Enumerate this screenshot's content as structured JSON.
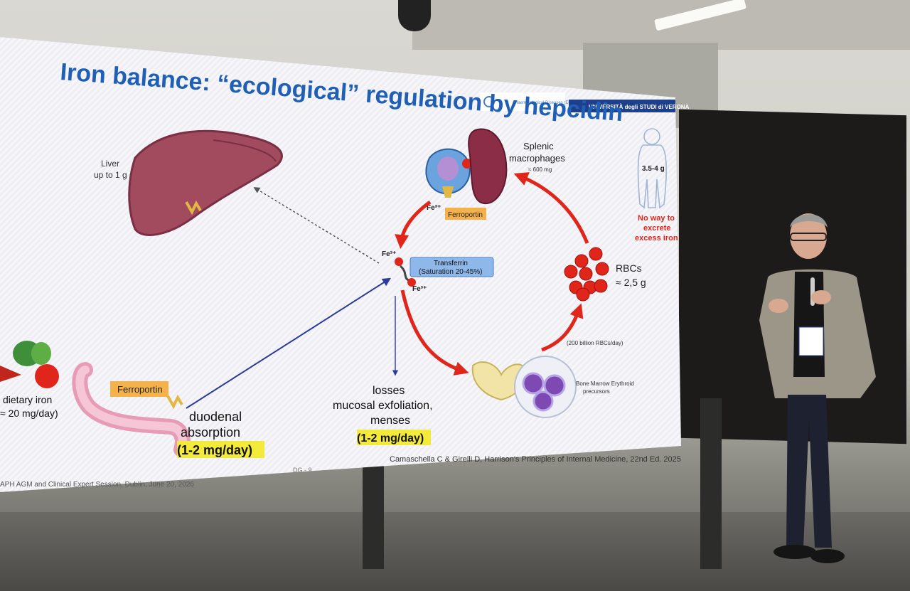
{
  "slide": {
    "title": "Iron balance: “ecological” regulation by hepcidin",
    "logo_text_1": "Haematological Diseases (ERN EuroBloodNet)",
    "logo_text_2": "UNIVERSITÀ degli STUDI di VERONA",
    "liver_label_1": "Liver",
    "liver_label_2": "up to 1 g",
    "splenic_label_1": "Splenic",
    "splenic_label_2": "macrophages",
    "splenic_amount": "≈ 600 mg",
    "body_amount": "3.5-4 g",
    "no_way_1": "No way to",
    "no_way_2": "excrete",
    "no_way_3": "excess iron",
    "fe_top": "Fe³⁺",
    "ferroportin_top": "Ferroportin",
    "fe_mid": "Fe³⁺",
    "transferrin_1": "Transferrin",
    "transferrin_2": "(Saturation 20-45%)",
    "fe_mid2": "Fe³⁺",
    "rbcs_label": "RBCs",
    "rbcs_amount": "≈ 2,5 g",
    "rbc_rate": "(200 billion RBCs/day)",
    "marrow_1": "Bone Marrow Erythroid",
    "marrow_2": "precursors",
    "dietary_1": "dietary iron",
    "dietary_2": "≈ 20 mg/day)",
    "ferroportin_gut": "Ferroportin",
    "duodenal_1": "duodenal",
    "duodenal_2": "absorption",
    "duodenal_3": "(1-2 mg/day)",
    "losses_1": "losses",
    "losses_2": "mucosal exfoliation,",
    "losses_3": "menses",
    "losses_4": "(1-2 mg/day)",
    "citation": "Camaschella C & Girelli D, Harrison's Principles of Internal Medicine, 22nd Ed. 2025",
    "footer_left": "APH AGM and Clinical Expert Session, Dublin, June 20, 2026",
    "footer_page": "DG - 9"
  },
  "colors": {
    "title_blue": "#1f5fb5",
    "arrow_red": "#e0261b",
    "arrow_blue": "#2c3c9a",
    "highlight_yellow": "#f3ea3a",
    "ferroportin_orange": "#f5b24a",
    "transferrin_blue": "#8fb8ea"
  }
}
